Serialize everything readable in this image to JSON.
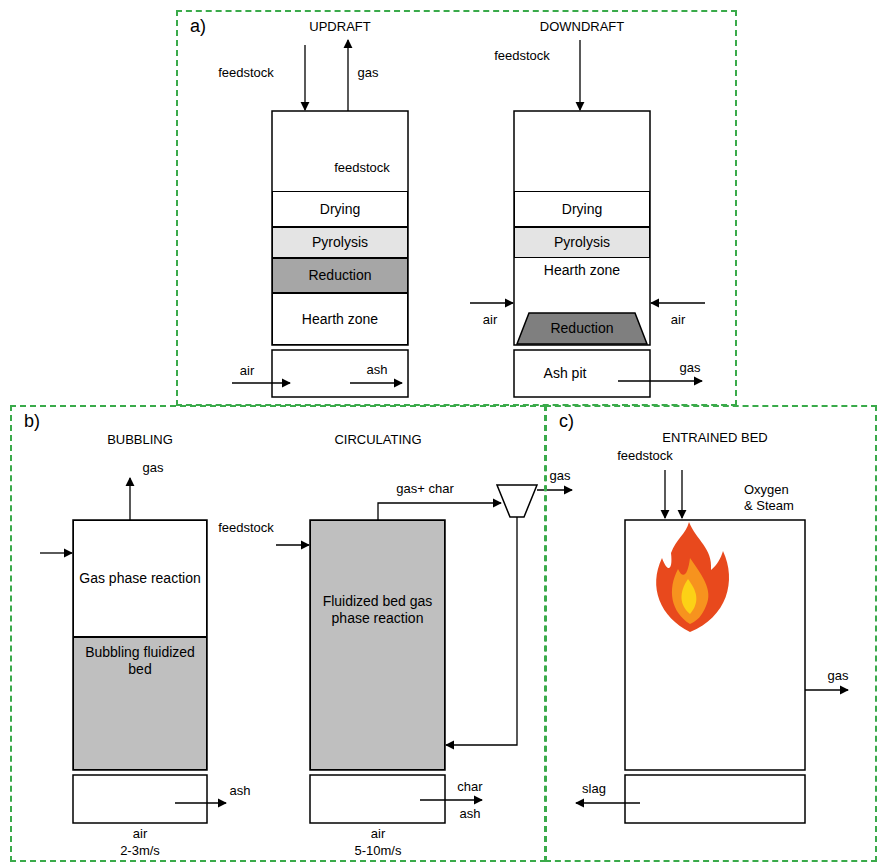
{
  "diagram": {
    "nodes": [
      {
        "text": [
          "a)"
        ]
      },
      {
        "text": [
          "Drying"
        ],
        "in": 0
      },
      {
        "text": [
          "Pyrolysis"
        ],
        "in": 0
      },
      {
        "text": [
          "Reduction"
        ],
        "in": 0
      },
      {
        "text": [
          "Hearth zone"
        ],
        "in": 0
      },
      {
        "text": [
          "Drying"
        ],
        "in": 0
      },
      {
        "text": [
          "Pyrolysis"
        ],
        "in": 0
      },
      {
        "text": [
          "Hearth zone"
        ],
        "in": 0
      },
      {
        "text": [
          "Reduction"
        ],
        "in": 0
      },
      {
        "text": [
          "Ash pit"
        ],
        "in": 0
      },
      {
        "text": [
          "b)"
        ]
      },
      {
        "text": [
          "Gas phase reaction"
        ],
        "in": 10
      },
      {
        "text": [
          "Bubbling fluidized bed"
        ],
        "in": 10
      },
      {
        "text": [
          "Fluidized bed gas phase reaction"
        ],
        "in": 10
      },
      {
        "text": [
          "c)"
        ]
      }
    ],
    "labels": [
      "UPDRAFT",
      "DOWNDRAFT",
      "feedstock",
      "gas",
      "feedstock",
      "air",
      "ash",
      "feedstock",
      "air",
      "air",
      "gas",
      "BUBBLING",
      "gas",
      "ash",
      "air",
      "2-3m/s",
      "CIRCULATING",
      "feedstock",
      "gas+ char",
      "gas",
      "char",
      "ash",
      "air",
      "5-10m/s",
      "ENTRAINED BED",
      "feedstock",
      "Oxygen & Steam",
      "gas",
      "slag"
    ]
  }
}
